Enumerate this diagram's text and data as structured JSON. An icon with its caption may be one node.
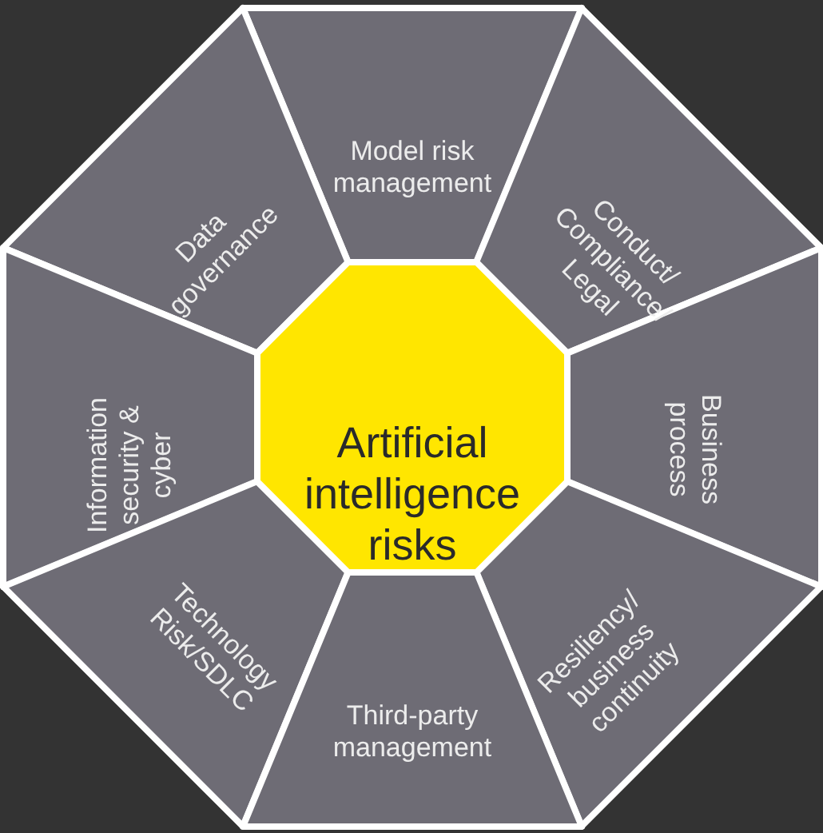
{
  "diagram": {
    "nodes": [
      {
        "text": [
          "Model risk management"
        ]
      },
      {
        "text": [
          "Data governance"
        ]
      },
      {
        "text": [
          "Conduct/ Compliance/ Legal"
        ]
      },
      {
        "text": [
          "Information security & cyber"
        ]
      },
      {
        "text": [
          "Artificial intelligence risks"
        ]
      },
      {
        "text": [
          "Business process"
        ]
      },
      {
        "text": [
          "Technology Risk/SDLC"
        ]
      },
      {
        "text": [
          "Resiliency/ business continuity"
        ]
      },
      {
        "text": [
          "Third-party management"
        ]
      }
    ]
  }
}
